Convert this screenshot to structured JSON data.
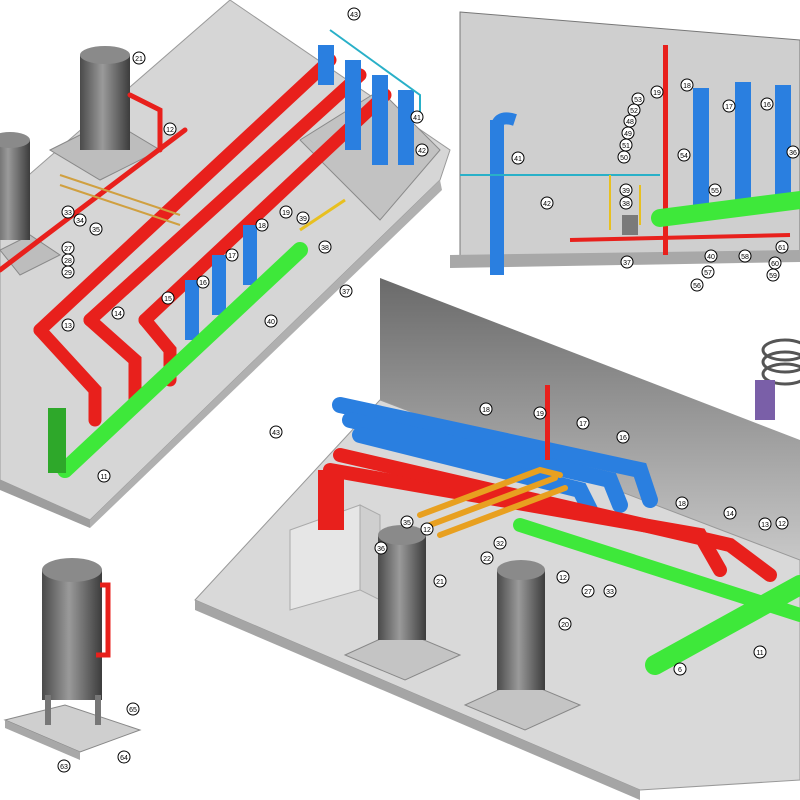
{
  "colors": {
    "hot_pipe": "#e8201c",
    "cold_pipe": "#2a7fe0",
    "header_pipe": "#3ee83a",
    "aux_pipe": "#e8a020",
    "cyan_line": "#29b0c8",
    "tank": "#6e6e6e",
    "slab": "#d4d4d4",
    "wall": "#cfcfcf",
    "wall_dark": "#5a5a5a"
  },
  "views": [
    {
      "name": "view-top-left",
      "callouts": [
        "21",
        "12",
        "13",
        "14",
        "15",
        "16",
        "17",
        "18",
        "19",
        "27",
        "28",
        "29",
        "33",
        "34",
        "35",
        "37",
        "38",
        "39",
        "40",
        "41",
        "42",
        "43",
        "11"
      ]
    },
    {
      "name": "view-top-right",
      "callouts": [
        "41",
        "42",
        "19",
        "18",
        "17",
        "16",
        "53",
        "52",
        "48",
        "49",
        "51",
        "50",
        "54",
        "55",
        "38",
        "39",
        "37",
        "40",
        "57",
        "56",
        "58",
        "60",
        "59",
        "61",
        "36"
      ]
    },
    {
      "name": "view-bottom-center",
      "callouts": [
        "43",
        "18",
        "19",
        "17",
        "16",
        "36",
        "35",
        "12",
        "18",
        "14",
        "13",
        "12",
        "21",
        "22",
        "32",
        "27",
        "33",
        "12",
        "20",
        "11",
        "6"
      ]
    },
    {
      "name": "view-bottom-left",
      "callouts": [
        "65",
        "63",
        "64"
      ]
    }
  ]
}
